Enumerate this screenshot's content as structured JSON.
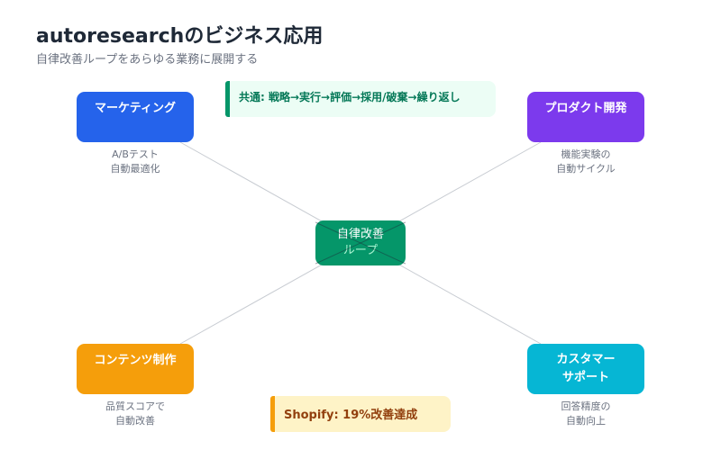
{
  "header": {
    "title": "autoresearchのビジネス応用",
    "subtitle": "自律改善ループをあらゆる業務に展開する"
  },
  "common_banner": "共通: 戦略→実行→評価→採用/破棄→繰り返し",
  "center": {
    "line1": "自律改善",
    "line2": "ループ",
    "color": "#059669"
  },
  "nodes": {
    "marketing": {
      "label": "マーケティング",
      "note1": "A/Bテスト",
      "note2": "自動最適化",
      "color": "#2563eb"
    },
    "product": {
      "label": "プロダクト開発",
      "note1": "機能実験の",
      "note2": "自動サイクル",
      "color": "#7c3aed"
    },
    "content": {
      "label": "コンテンツ制作",
      "note1": "品質スコアで",
      "note2": "自動改善",
      "color": "#f59e0b"
    },
    "support": {
      "line1": "カスタマー",
      "line2": "サポート",
      "note1": "回答精度の",
      "note2": "自動向上",
      "color": "#06b6d4"
    }
  },
  "result_banner": "Shopify: 19%改善達成"
}
